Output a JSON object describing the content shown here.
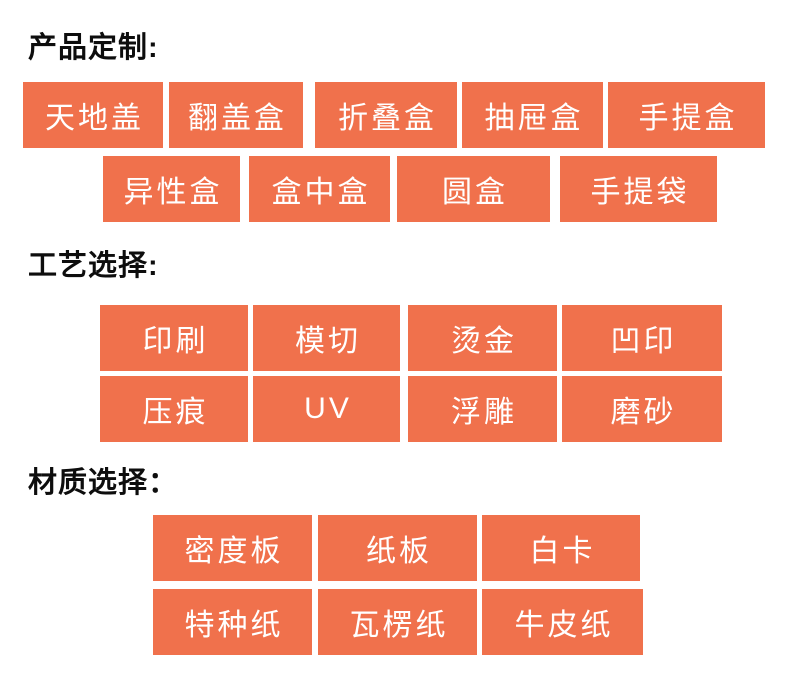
{
  "page": {
    "background_color": "#ffffff",
    "accent_color": "#F0714C",
    "button_text_color": "#ffffff",
    "heading_text_color": "#0d0d0d"
  },
  "sections": [
    {
      "heading": "产品定制:",
      "rows": [
        {
          "buttons": [
            "天地盖",
            "翻盖盒",
            "折叠盒",
            "抽屉盒",
            "手提盒"
          ]
        },
        {
          "buttons": [
            "异性盒",
            "盒中盒",
            "圆盒",
            "手提袋"
          ]
        }
      ]
    },
    {
      "heading": "工艺选择:",
      "rows": [
        {
          "buttons": [
            "印刷",
            "模切",
            "烫金",
            "凹印"
          ]
        },
        {
          "buttons": [
            "压痕",
            "UV",
            "浮雕",
            "磨砂"
          ]
        }
      ]
    },
    {
      "heading": "材质选择：",
      "rows": [
        {
          "buttons": [
            "密度板",
            "纸板",
            "白卡"
          ]
        },
        {
          "buttons": [
            "特种纸",
            "瓦楞纸",
            "牛皮纸"
          ]
        }
      ]
    }
  ]
}
